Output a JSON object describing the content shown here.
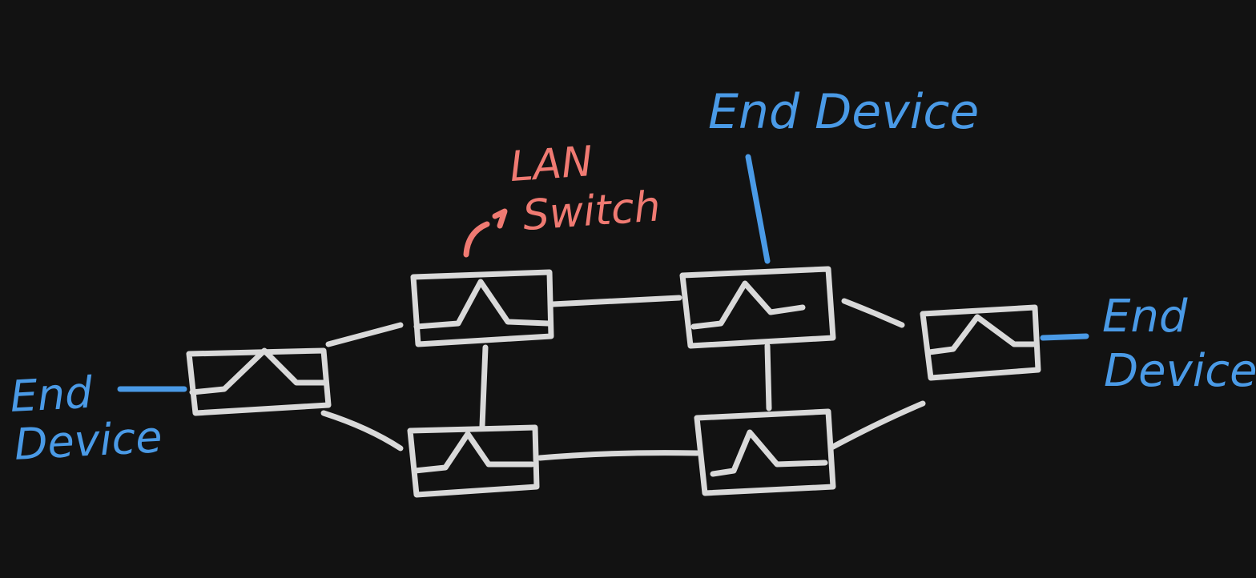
{
  "colors": {
    "background": "#121212",
    "switch_stroke": "#d9d9d9",
    "end_device": "#4a9ae6",
    "annotation": "#f07a72"
  },
  "switch_icon": "lan-switch-icon",
  "labels": {
    "end_device_left": [
      "End",
      "Device"
    ],
    "end_device_top": [
      "End Device"
    ],
    "end_device_right": [
      "End",
      "Device"
    ],
    "annotation": [
      "LAN",
      "Switch"
    ]
  }
}
